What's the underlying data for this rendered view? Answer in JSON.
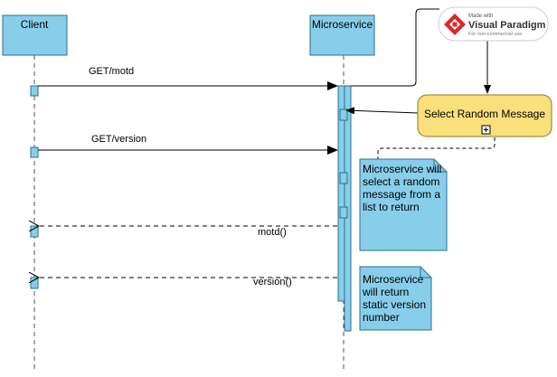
{
  "lifelines": [
    {
      "id": "client",
      "label": "Client"
    },
    {
      "id": "microservice",
      "label": "Microservice"
    }
  ],
  "messages": [
    {
      "label": "GET/motd",
      "from": "client",
      "to": "microservice",
      "style": "solid"
    },
    {
      "label": "GET/version",
      "from": "client",
      "to": "microservice",
      "style": "solid"
    },
    {
      "label": "motd()",
      "from": "microservice",
      "to": "client",
      "style": "dashed"
    },
    {
      "label": "version()",
      "from": "microservice",
      "to": "client",
      "style": "dashed"
    }
  ],
  "action": {
    "label": "Select Random Message",
    "expand_icon": "plus-box-icon"
  },
  "notes": [
    {
      "text": "Microservice will select a random message from a list to return"
    },
    {
      "text": "Microservice will return static version number"
    }
  ],
  "watermark": {
    "made_with": "Made with",
    "brand": "Visual Paradigm",
    "sub": "For non-commercial use"
  },
  "colors": {
    "lifeline_fill": "#87ceeb",
    "lifeline_stroke": "#2e6f8e",
    "action_fill": "#f9e07a",
    "line": "#000000"
  }
}
